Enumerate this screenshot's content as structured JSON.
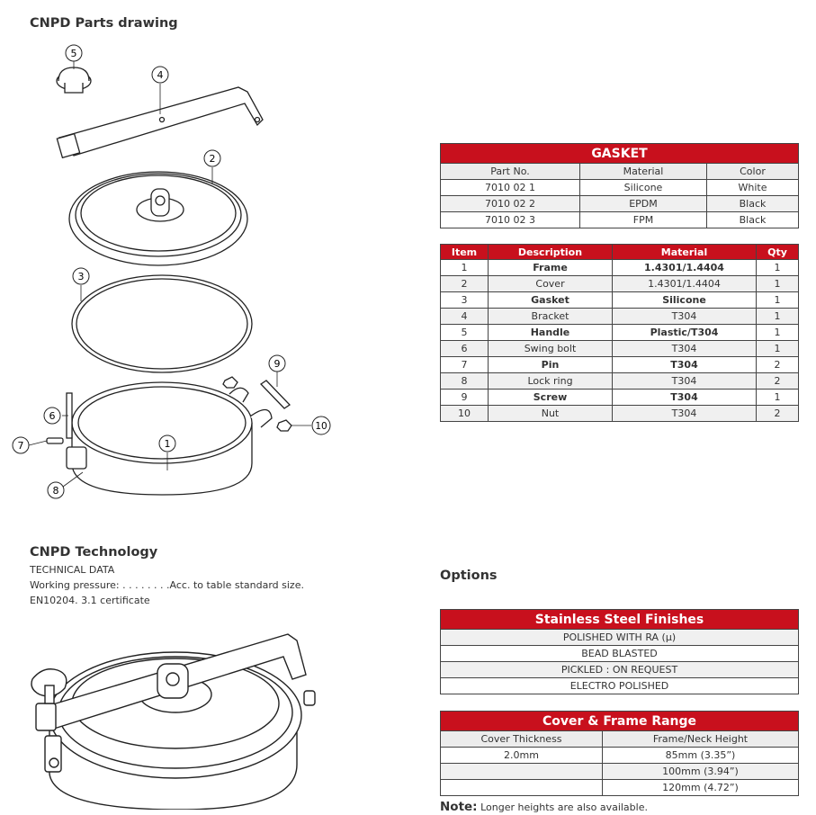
{
  "parts_drawing": {
    "title": "CNPD Parts drawing",
    "callouts": [
      "1",
      "2",
      "3",
      "4",
      "5",
      "6",
      "7",
      "8",
      "9",
      "10"
    ]
  },
  "gasket_table": {
    "title": "GASKET",
    "headers": [
      "Part No.",
      "Material",
      "Color"
    ],
    "rows": [
      [
        "7010 02 1",
        "Silicone",
        "White"
      ],
      [
        "7010 02 2",
        "EPDM",
        "Black"
      ],
      [
        "7010 02 3",
        "FPM",
        "Black"
      ]
    ]
  },
  "items_table": {
    "headers": [
      "Item",
      "Description",
      "Material",
      "Qty"
    ],
    "rows": [
      [
        "1",
        "Frame",
        "1.4301/1.4404",
        "1"
      ],
      [
        "2",
        "Cover",
        "1.4301/1.4404",
        "1"
      ],
      [
        "3",
        "Gasket",
        "Silicone",
        "1"
      ],
      [
        "4",
        "Bracket",
        "T304",
        "1"
      ],
      [
        "5",
        "Handle",
        "Plastic/T304",
        "1"
      ],
      [
        "6",
        "Swing bolt",
        "T304",
        "1"
      ],
      [
        "7",
        "Pin",
        "T304",
        "2"
      ],
      [
        "8",
        "Lock ring",
        "T304",
        "2"
      ],
      [
        "9",
        "Screw",
        "T304",
        "1"
      ],
      [
        "10",
        "Nut",
        "T304",
        "2"
      ]
    ]
  },
  "technology": {
    "title": "CNPD Technology",
    "line1": "TECHNICAL DATA",
    "line2": "Working pressure: . . . . . . . .Acc. to table standard size.",
    "line3": "EN10204. 3.1 certificate"
  },
  "options": {
    "title": "Options",
    "finishes_title": "Stainless Steel Finishes",
    "finishes": [
      "POLISHED WITH RA (μ)",
      "BEAD BLASTED",
      "PICKLED : ON REQUEST",
      "ELECTRO POLISHED"
    ],
    "range_title": "Cover & Frame Range",
    "range_headers": [
      "Cover Thickness",
      "Frame/Neck Height"
    ],
    "range_rows": [
      [
        "2.0mm",
        "85mm (3.35”)"
      ],
      [
        "",
        "100mm (3.94”)"
      ],
      [
        "",
        "120mm (4.72”)"
      ]
    ],
    "note_label": "Note:",
    "note_text": "Longer heights are also available."
  },
  "colors": {
    "accent": "#c8101d",
    "row_alt": "#f0f0f0",
    "text": "#333333"
  }
}
